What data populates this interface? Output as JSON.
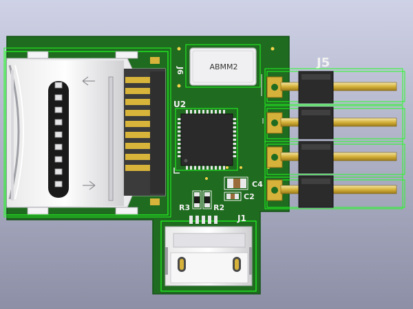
{
  "viewer": {
    "background_top": "#cfd2e6",
    "background_bottom": "#8d8fa6"
  },
  "board": {
    "pcb_color": "#1f6b1f",
    "silk_color": "#f2f2f2",
    "courtyard_color": "#22ff22",
    "pad_color": "#d6b23a"
  },
  "labels": {
    "j6": "J6",
    "abmm2": "ABMM2",
    "u2": "U2",
    "j5": "J5",
    "c4": "C4",
    "c2": "C2",
    "r3": "R3",
    "r2": "R2",
    "j1": "J1"
  },
  "components": {
    "sd_card_slot": "microSD card socket",
    "crystal": "ABMM2",
    "controller": "U2",
    "header": "J5",
    "usb_connector": "J1",
    "header_pin_count": 4
  }
}
